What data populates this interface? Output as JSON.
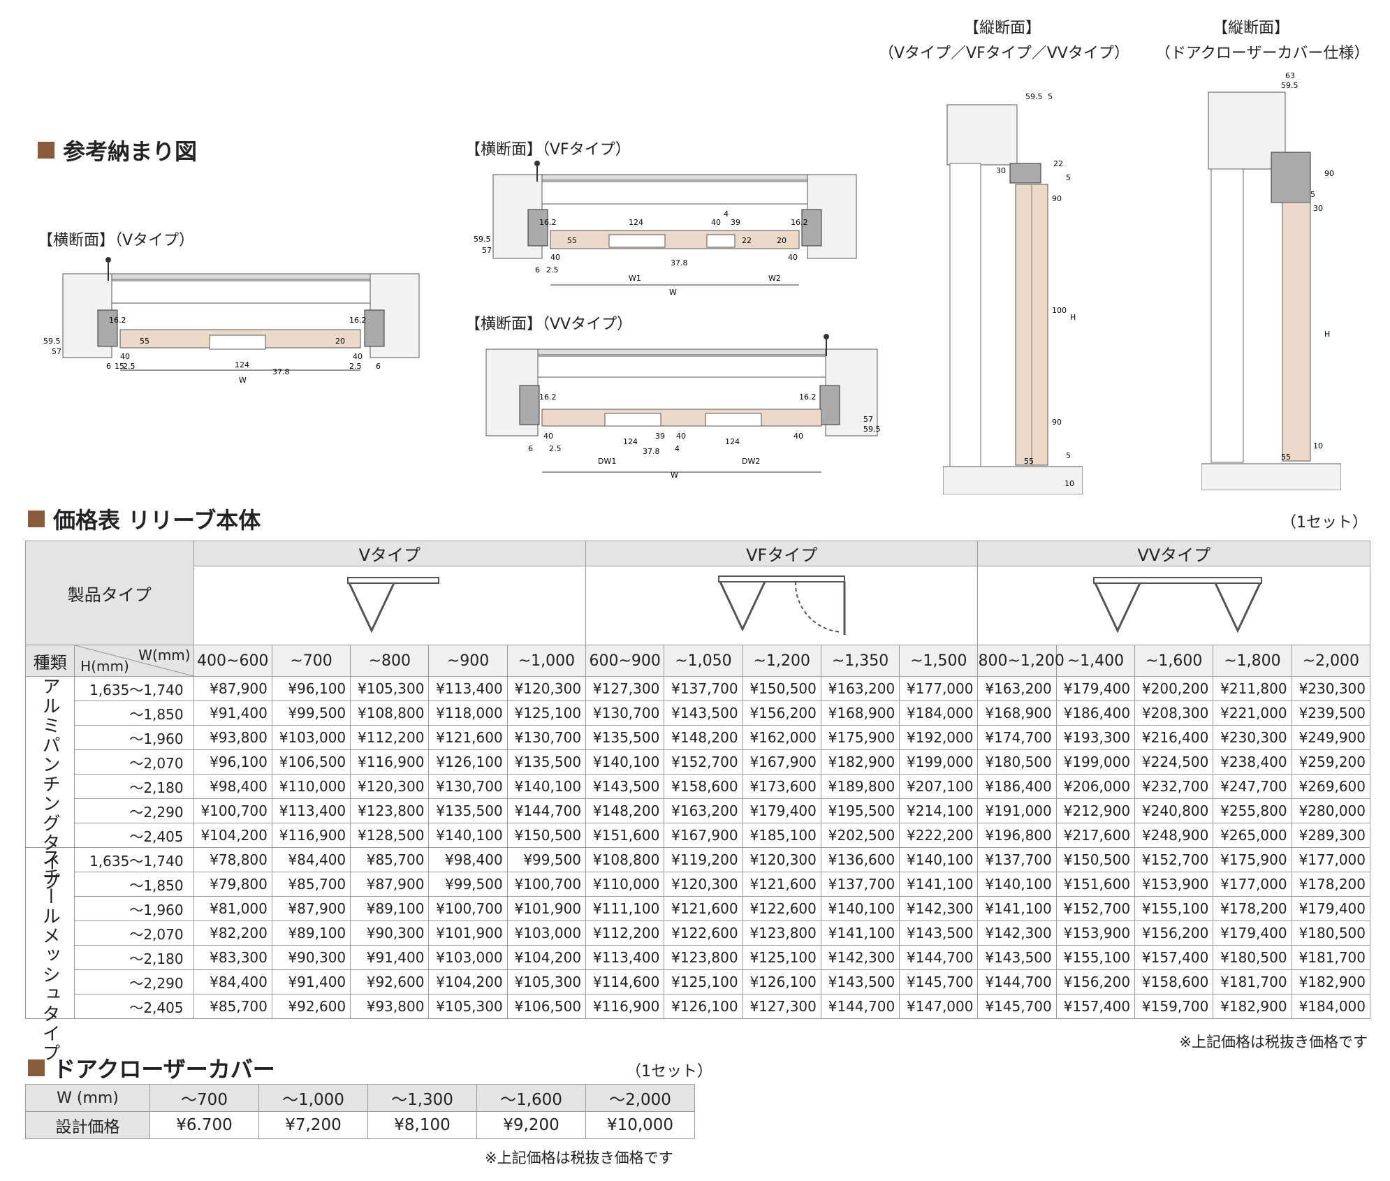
{
  "ref_section": {
    "title": "参考納まり図"
  },
  "diagrams": {
    "v_cross": {
      "caption": "【横断面】（Vタイプ）",
      "dims": {
        "d1": "16.2",
        "d2": "16.2",
        "d3": "59.5",
        "d4": "57",
        "d5": "40",
        "d6": "40",
        "d7": "124",
        "d8": "37.8",
        "d9": "6",
        "d10": "15",
        "d11": "2.5",
        "d12": "2.5",
        "d13": "6",
        "w": "W",
        "d14": "55",
        "d15": "20"
      }
    },
    "vf_cross": {
      "caption": "【横断面】（VFタイプ）",
      "dims": {
        "d1": "16.2",
        "d2": "124",
        "d3": "40",
        "d4": "39",
        "d5": "16.2",
        "d6": "59.5",
        "d7": "57",
        "d8": "40",
        "d9": "40",
        "d10": "37.8",
        "d11": "6",
        "d12": "2.5",
        "w1": "W1",
        "w2": "W2",
        "w": "W",
        "d13": "4",
        "d14": "55",
        "d15": "22",
        "d16": "20"
      }
    },
    "vv_cross": {
      "caption": "【横断面】（VVタイプ）",
      "dims": {
        "d1": "16.2",
        "d2": "16.2",
        "d3": "57",
        "d4": "59.5",
        "d5": "40",
        "d6": "124",
        "d7": "39",
        "d8": "40",
        "d9": "124",
        "d10": "40",
        "d11": "37.8",
        "d12": "4",
        "d13": "6",
        "d14": "2.5",
        "dw1": "DW1",
        "dw2": "DW2",
        "w": "W"
      }
    },
    "vertical_v": {
      "caption1": "【縦断面】",
      "caption2": "（Vタイプ／VFタイプ／VVタイプ）",
      "dims": {
        "d1": "59.5",
        "d2": "5",
        "d3": "30",
        "d4": "22",
        "d5": "5",
        "d6": "90",
        "d7": "100",
        "h": "H",
        "d8": "90",
        "d9": "55",
        "d10": "5",
        "d11": "10"
      }
    },
    "vertical_door": {
      "caption1": "【縦断面】",
      "caption2": "（ドアクローザーカバー仕様）",
      "dims": {
        "d1": "63",
        "d2": "59.5",
        "d3": "5",
        "d4": "30",
        "d5": "90",
        "h": "H",
        "d6": "10",
        "d7": "55"
      }
    }
  },
  "price_section": {
    "title": "価格表 リリーブ本体",
    "unit": "（1セット）",
    "note": "※上記価格は税抜き価格です"
  },
  "price_table": {
    "product_type_label": "製品タイプ",
    "kind_label": "種類",
    "h_label": "H(mm)",
    "w_label": "W(mm)",
    "types": [
      "Vタイプ",
      "VFタイプ",
      "VVタイプ"
    ],
    "widths": [
      "400~600",
      "~700",
      "~800",
      "~900",
      "~1,000",
      "600~900",
      "~1,050",
      "~1,200",
      "~1,350",
      "~1,500",
      "800~1,200",
      "~1,400",
      "~1,600",
      "~1,800",
      "~2,000"
    ],
    "groups": [
      {
        "name": "アルミパンチングタイプ",
        "rows": [
          {
            "h": "1,635～1,740",
            "p": [
              "¥87,900",
              "¥96,100",
              "¥105,300",
              "¥113,400",
              "¥120,300",
              "¥127,300",
              "¥137,700",
              "¥150,500",
              "¥163,200",
              "¥177,000",
              "¥163,200",
              "¥179,400",
              "¥200,200",
              "¥211,800",
              "¥230,300"
            ]
          },
          {
            "h": "～1,850",
            "p": [
              "¥91,400",
              "¥99,500",
              "¥108,800",
              "¥118,000",
              "¥125,100",
              "¥130,700",
              "¥143,500",
              "¥156,200",
              "¥168,900",
              "¥184,000",
              "¥168,900",
              "¥186,400",
              "¥208,300",
              "¥221,000",
              "¥239,500"
            ]
          },
          {
            "h": "～1,960",
            "p": [
              "¥93,800",
              "¥103,000",
              "¥112,200",
              "¥121,600",
              "¥130,700",
              "¥135,500",
              "¥148,200",
              "¥162,000",
              "¥175,900",
              "¥192,000",
              "¥174,700",
              "¥193,300",
              "¥216,400",
              "¥230,300",
              "¥249,900"
            ]
          },
          {
            "h": "～2,070",
            "p": [
              "¥96,100",
              "¥106,500",
              "¥116,900",
              "¥126,100",
              "¥135,500",
              "¥140,100",
              "¥152,700",
              "¥167,900",
              "¥182,900",
              "¥199,000",
              "¥180,500",
              "¥199,000",
              "¥224,500",
              "¥238,400",
              "¥259,200"
            ]
          },
          {
            "h": "～2,180",
            "p": [
              "¥98,400",
              "¥110,000",
              "¥120,300",
              "¥130,700",
              "¥140,100",
              "¥143,500",
              "¥158,600",
              "¥173,600",
              "¥189,800",
              "¥207,100",
              "¥186,400",
              "¥206,000",
              "¥232,700",
              "¥247,700",
              "¥269,600"
            ]
          },
          {
            "h": "～2,290",
            "p": [
              "¥100,700",
              "¥113,400",
              "¥123,800",
              "¥135,500",
              "¥144,700",
              "¥148,200",
              "¥163,200",
              "¥179,400",
              "¥195,500",
              "¥214,100",
              "¥191,000",
              "¥212,900",
              "¥240,800",
              "¥255,800",
              "¥280,000"
            ]
          },
          {
            "h": "～2,405",
            "p": [
              "¥104,200",
              "¥116,900",
              "¥128,500",
              "¥140,100",
              "¥150,500",
              "¥151,600",
              "¥167,900",
              "¥185,100",
              "¥202,500",
              "¥222,200",
              "¥196,800",
              "¥217,600",
              "¥248,900",
              "¥265,000",
              "¥289,300"
            ]
          }
        ]
      },
      {
        "name": "スチールメッシュタイプ",
        "rows": [
          {
            "h": "1,635～1,740",
            "p": [
              "¥78,800",
              "¥84,400",
              "¥85,700",
              "¥98,400",
              "¥99,500",
              "¥108,800",
              "¥119,200",
              "¥120,300",
              "¥136,600",
              "¥140,100",
              "¥137,700",
              "¥150,500",
              "¥152,700",
              "¥175,900",
              "¥177,000"
            ]
          },
          {
            "h": "～1,850",
            "p": [
              "¥79,800",
              "¥85,700",
              "¥87,900",
              "¥99,500",
              "¥100,700",
              "¥110,000",
              "¥120,300",
              "¥121,600",
              "¥137,700",
              "¥141,100",
              "¥140,100",
              "¥151,600",
              "¥153,900",
              "¥177,000",
              "¥178,200"
            ]
          },
          {
            "h": "～1,960",
            "p": [
              "¥81,000",
              "¥87,900",
              "¥89,100",
              "¥100,700",
              "¥101,900",
              "¥111,100",
              "¥121,600",
              "¥122,600",
              "¥140,100",
              "¥142,300",
              "¥141,100",
              "¥152,700",
              "¥155,100",
              "¥178,200",
              "¥179,400"
            ]
          },
          {
            "h": "～2,070",
            "p": [
              "¥82,200",
              "¥89,100",
              "¥90,300",
              "¥101,900",
              "¥103,000",
              "¥112,200",
              "¥122,600",
              "¥123,800",
              "¥141,100",
              "¥143,500",
              "¥142,300",
              "¥153,900",
              "¥156,200",
              "¥179,400",
              "¥180,500"
            ]
          },
          {
            "h": "～2,180",
            "p": [
              "¥83,300",
              "¥90,300",
              "¥91,400",
              "¥103,000",
              "¥104,200",
              "¥113,400",
              "¥123,800",
              "¥125,100",
              "¥142,300",
              "¥144,700",
              "¥143,500",
              "¥155,100",
              "¥157,400",
              "¥180,500",
              "¥181,700"
            ]
          },
          {
            "h": "～2,290",
            "p": [
              "¥84,400",
              "¥91,400",
              "¥92,600",
              "¥104,200",
              "¥105,300",
              "¥114,600",
              "¥125,100",
              "¥126,100",
              "¥143,500",
              "¥145,700",
              "¥144,700",
              "¥156,200",
              "¥158,600",
              "¥181,700",
              "¥182,900"
            ]
          },
          {
            "h": "～2,405",
            "p": [
              "¥85,700",
              "¥92,600",
              "¥93,800",
              "¥105,300",
              "¥106,500",
              "¥116,900",
              "¥126,100",
              "¥127,300",
              "¥144,700",
              "¥147,000",
              "¥145,700",
              "¥157,400",
              "¥159,700",
              "¥182,900",
              "¥184,000"
            ]
          }
        ]
      }
    ]
  },
  "door_section": {
    "title": "ドアクローザーカバー",
    "unit": "（1セット）",
    "note": "※上記価格は税抜き価格です"
  },
  "door_table": {
    "w_label": "W (mm)",
    "price_label": "設計価格",
    "widths": [
      "～700",
      "～1,000",
      "～1,300",
      "～1,600",
      "～2,000"
    ],
    "prices": [
      "¥6.700",
      "¥7,200",
      "¥8,100",
      "¥9,200",
      "¥10,000"
    ]
  },
  "colors": {
    "section_square": "#8a5a3a",
    "panel_fill": "#ecd9c8",
    "header_bg": "#e4e4e4",
    "concrete": "#888888"
  }
}
